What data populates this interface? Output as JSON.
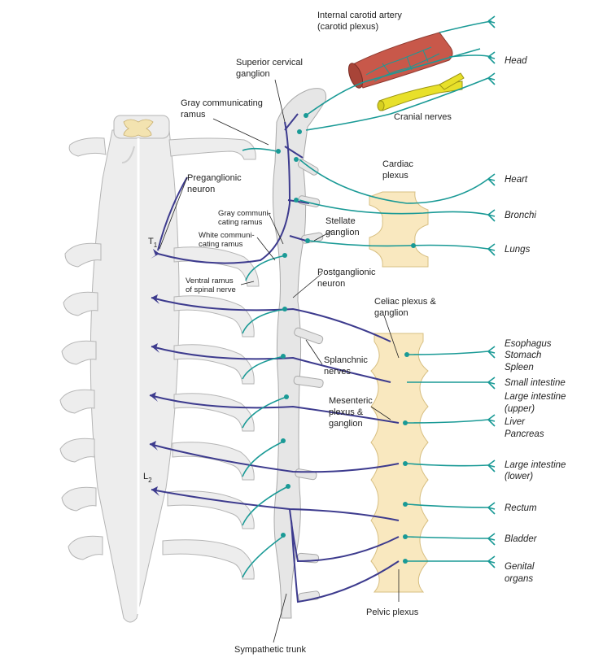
{
  "labels": {
    "internal_carotid": "Internal carotid artery",
    "carotid_plexus": "(carotid plexus)",
    "superior_cervical_1": "Superior cervical",
    "superior_cervical_2": "ganglion",
    "gray_comm_1": "Gray communicating",
    "gray_comm_2": "ramus",
    "cranial_nerves": "Cranial nerves",
    "cardiac_1": "Cardiac",
    "cardiac_2": "plexus",
    "preganglionic_1": "Preganglionic",
    "preganglionic_2": "neuron",
    "gray_comm_b_1": "Gray communi-",
    "gray_comm_b_2": "cating ramus",
    "white_comm_1": "White communi-",
    "white_comm_2": "cating ramus",
    "stellate_1": "Stellate",
    "stellate_2": "ganglion",
    "ventral_1": "Ventral ramus",
    "ventral_2": "of spinal nerve",
    "postganglionic_1": "Postganglionic",
    "postganglionic_2": "neuron",
    "celiac_1": "Celiac plexus &",
    "celiac_2": "ganglion",
    "splanchnic_1": "Splanchnic",
    "splanchnic_2": "nerves",
    "mesenteric_1": "Mesenteric",
    "mesenteric_2": "plexus &",
    "mesenteric_3": "ganglion",
    "pelvic": "Pelvic plexus",
    "sympathetic_trunk": "Sympathetic trunk",
    "t1": "T",
    "t1_sub": "1",
    "l2": "L",
    "l2_sub": "2"
  },
  "organs": {
    "head": "Head",
    "heart": "Heart",
    "bronchi": "Bronchi",
    "lungs": "Lungs",
    "esophagus": "Esophagus",
    "stomach": "Stomach",
    "spleen": "Spleen",
    "small_intestine": "Small intestine",
    "large_intestine_upper_1": "Large intestine",
    "large_intestine_upper_2": "(upper)",
    "liver": "Liver",
    "pancreas": "Pancreas",
    "large_intestine_lower_1": "Large intestine",
    "large_intestine_lower_2": "(lower)",
    "rectum": "Rectum",
    "bladder": "Bladder",
    "genital_1": "Genital",
    "genital_2": "organs"
  },
  "colors": {
    "preganglionic": "#3d3b8e",
    "postganglionic": "#1a9a96",
    "plexus": "#f9e8bf",
    "artery": "#c8584a",
    "cranial_nerve": "#e8e02a",
    "bone": "#ededed"
  }
}
